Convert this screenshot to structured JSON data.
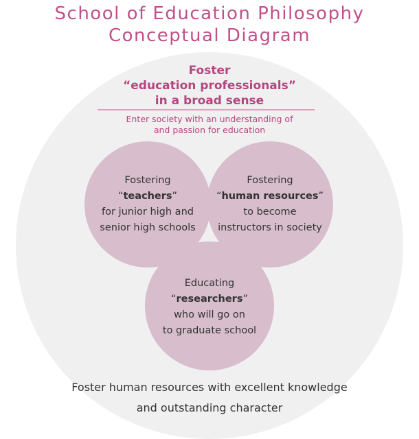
{
  "title": {
    "line1": "School of Education Philosophy",
    "line2": "Conceptual Diagram"
  },
  "outer": {
    "heading_line1": "Foster",
    "heading_line2": "“education professionals”",
    "heading_line3": "in a broad sense",
    "sub_line1": "Enter society with an understanding of",
    "sub_line2": "and passion for education"
  },
  "circles": [
    {
      "line1": "Fostering",
      "open_quote": "“",
      "keyword": "teachers",
      "close_quote": "”",
      "line3": "for junior high and",
      "line4": "senior high schools"
    },
    {
      "line1": "Fostering",
      "open_quote": "“",
      "keyword": "human resources",
      "close_quote": "”",
      "line3": "to become",
      "line4": "instructors in society"
    },
    {
      "line1": "Educating",
      "open_quote": "“",
      "keyword": "researchers",
      "close_quote": "”",
      "line3": "who will go on",
      "line4": "to graduate school"
    }
  ],
  "bottom": {
    "line1": "Foster human resources with excellent knowledge",
    "line2": "and outstanding character"
  },
  "colors": {
    "accent": "#c0508a",
    "outer_circle": "#efefef",
    "inner_circle": "#e3c4d6",
    "divider": "#c0508a"
  }
}
